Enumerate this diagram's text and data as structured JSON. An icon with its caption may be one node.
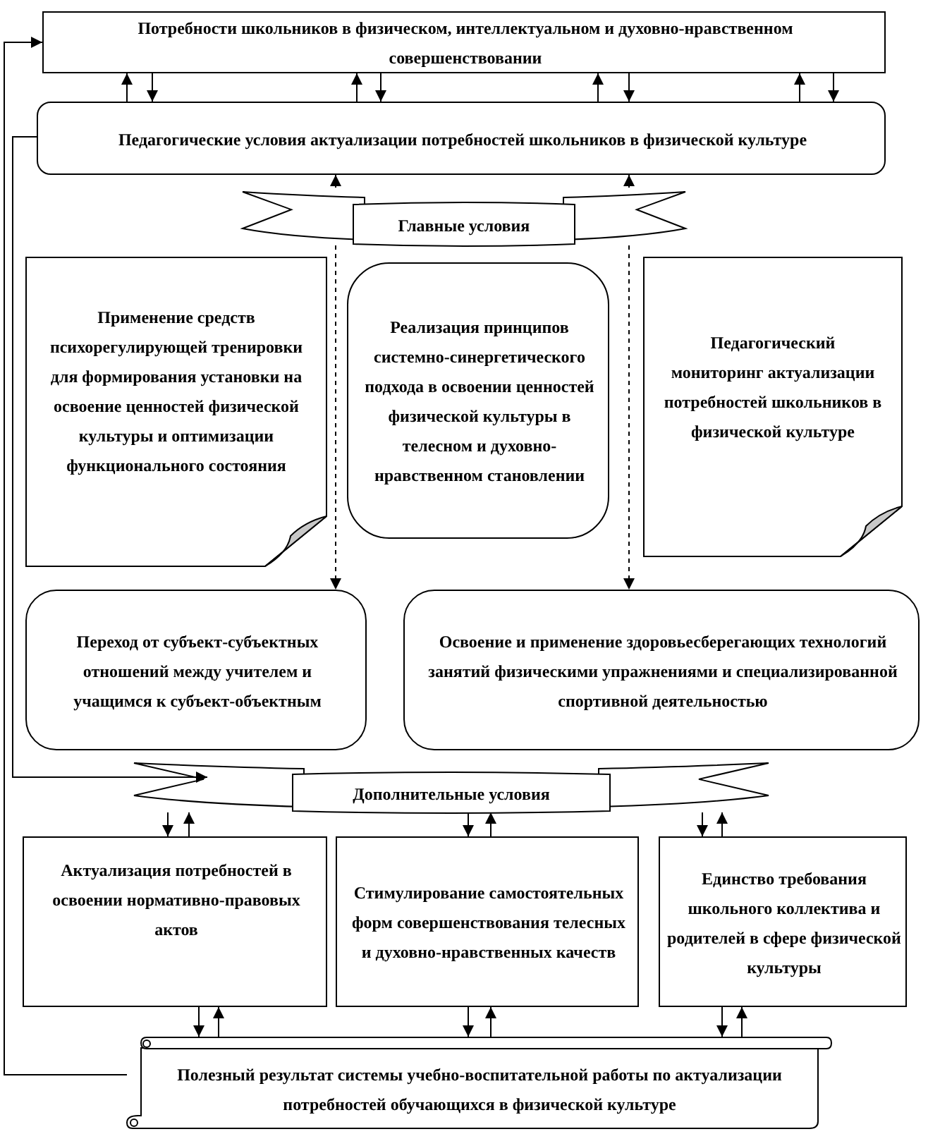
{
  "diagram": {
    "nodes": [
      {
        "text": [
          "Потребности школьников в физическом, интеллектуальном и духовно-нравственном совершенствовании"
        ]
      },
      {
        "text": [
          "Педагогические условия актуализации потребностей школьников в физической культуре"
        ]
      },
      {
        "text": [
          "Главные условия"
        ]
      },
      {
        "text": [
          "Применение средств психорегулирующей тренировки для формирования установки на освоение ценностей физической культуры и оптимизации функционального состояния"
        ]
      },
      {
        "text": [
          "Реализация принципов системно-синергетического подхода в освоении ценностей физической культуры в телесном и духовно-нравственном становлении"
        ]
      },
      {
        "text": [
          "Педагогический мониторинг актуализации потребностей школьников в физической культуре"
        ]
      },
      {
        "text": [
          "Переход от субъект-субъектных отношений между учителем и учащимся к субъект-объектным"
        ]
      },
      {
        "text": [
          "Освоение и применение здоровьесберегающих технологий занятий физическими упражнениями и специализированной спортивной деятельностью"
        ]
      },
      {
        "text": [
          "Дополнительные условия"
        ]
      },
      {
        "text": [
          "Актуализация потребностей в освоении нормативно-правовых актов"
        ]
      },
      {
        "text": [
          "Стимулирование самостоятельных форм совершенствования телесных и духовно-нравственных качеств"
        ]
      },
      {
        "text": [
          "Единство требования школьного коллектива и родителей в сфере физической культуры"
        ]
      },
      {
        "text": [
          "Полезный результат системы учебно-воспитательной работы по актуализации потребностей обучающихся в физической культуре"
        ]
      }
    ],
    "edges": [
      {
        "from": 1,
        "to": 0,
        "arrow": "to"
      },
      {
        "from": 0,
        "to": 1,
        "arrow": "to"
      },
      {
        "from": 1,
        "to": 0,
        "arrow": "to"
      },
      {
        "from": 0,
        "to": 1,
        "arrow": "to"
      },
      {
        "from": 1,
        "to": 0,
        "arrow": "to"
      },
      {
        "from": 0,
        "to": 1,
        "arrow": "to"
      },
      {
        "from": 1,
        "to": 0,
        "arrow": "to"
      },
      {
        "from": 0,
        "to": 1,
        "arrow": "to"
      },
      {
        "from": 2,
        "to": 1,
        "arrow": "to",
        "style": "dashed"
      },
      {
        "from": 2,
        "to": 1,
        "arrow": "to",
        "style": "dashed"
      },
      {
        "from": 1,
        "to": 8,
        "arrow": "to"
      },
      {
        "from": 8,
        "to": 9,
        "arrow": "to"
      },
      {
        "from": 9,
        "to": 8,
        "arrow": "to"
      },
      {
        "from": 8,
        "to": 10,
        "arrow": "to"
      },
      {
        "from": 10,
        "to": 8,
        "arrow": "to"
      },
      {
        "from": 8,
        "to": 11,
        "arrow": "to"
      },
      {
        "from": 11,
        "to": 8,
        "arrow": "to"
      },
      {
        "from": 9,
        "to": 12,
        "arrow": "to"
      },
      {
        "from": 12,
        "to": 9,
        "arrow": "to"
      },
      {
        "from": 10,
        "to": 12,
        "arrow": "to"
      },
      {
        "from": 12,
        "to": 10,
        "arrow": "to"
      },
      {
        "from": 11,
        "to": 12,
        "arrow": "to"
      },
      {
        "from": 12,
        "to": 11,
        "arrow": "to"
      },
      {
        "from": 12,
        "to": 0,
        "arrow": "to"
      },
      {
        "from": 2,
        "to": 6,
        "arrow": "to",
        "style": "dashed"
      },
      {
        "from": 2,
        "to": 7,
        "arrow": "to",
        "style": "dashed"
      }
    ]
  }
}
